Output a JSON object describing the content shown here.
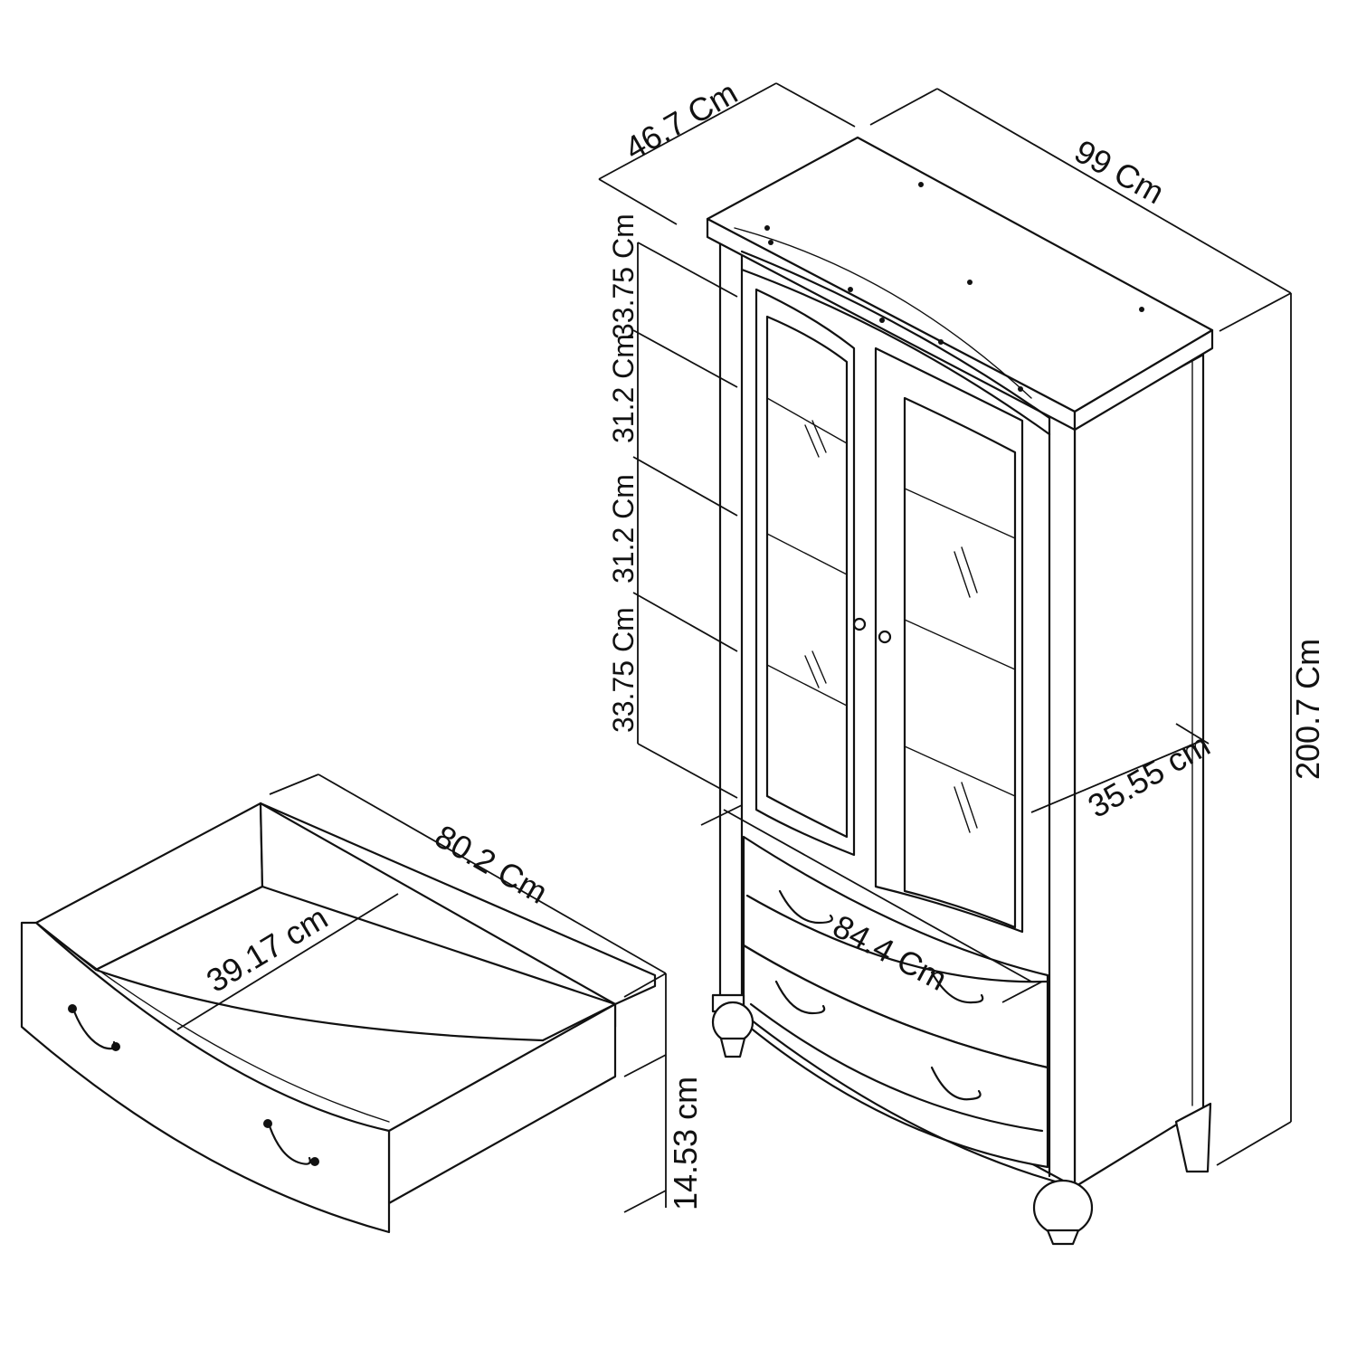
{
  "dimensions": {
    "depth": "46.7 Cm",
    "width": "99 Cm",
    "height": "200.7 Cm",
    "shelf_top": "33.75 Cm",
    "shelf_2": "31.2 Cm",
    "shelf_3": "31.2 Cm",
    "shelf_bottom": "33.75 Cm",
    "inner_depth": "35.55 cm",
    "inner_width": "84.4 Cm"
  },
  "drawer": {
    "length": "80.2 Cm",
    "depth": "39.17 cm",
    "height": "14.53 cm"
  }
}
